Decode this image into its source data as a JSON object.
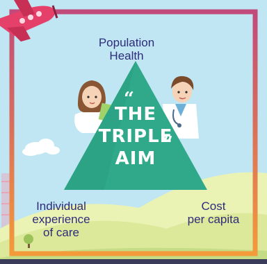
{
  "diagram": {
    "title_words": [
      "THE",
      "TRIPLE",
      "AIM"
    ],
    "quote_open": "“",
    "quote_close": "”",
    "corners": {
      "top": [
        "Population",
        "Health"
      ],
      "left": [
        "Individual",
        "experience",
        "of care"
      ],
      "right": [
        "Cost",
        "per capita"
      ]
    }
  },
  "colors": {
    "sky": "#bfe6f2",
    "triangle": "#2fa98a",
    "label": "#2e2b7a",
    "frame_top": "#c14a7a",
    "frame_bottom": "#f39a3a",
    "hill_light": "#eaf3b4",
    "hill_green": "#c5dc86"
  }
}
